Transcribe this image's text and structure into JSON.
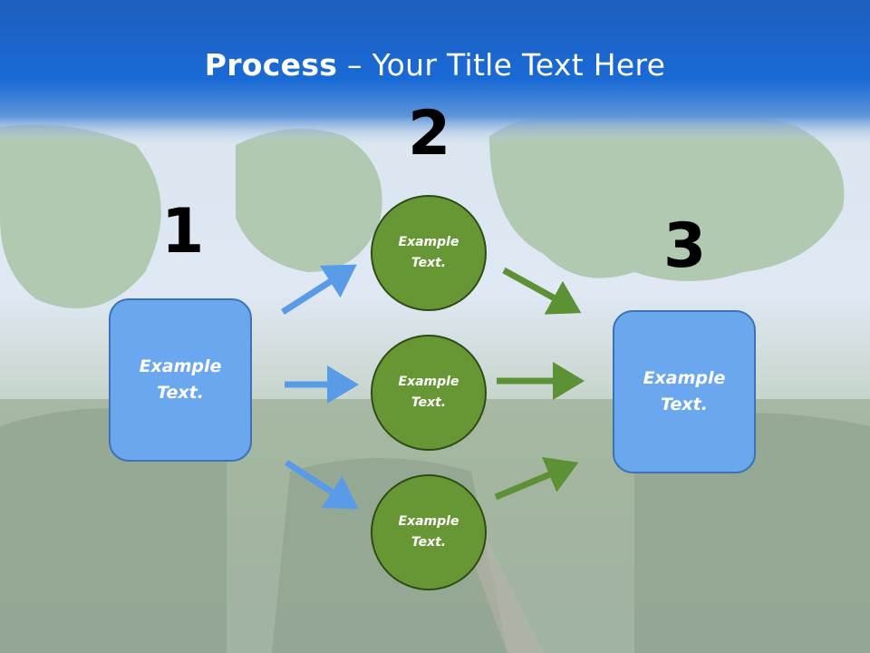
{
  "title": {
    "bold": "Process",
    "rest": " – Your Title Text Here"
  },
  "steps": [
    "1",
    "2",
    "3"
  ],
  "start_box": {
    "text": "Example\nText."
  },
  "middle_circles": [
    {
      "text": "Example\nText."
    },
    {
      "text": "Example\nText."
    },
    {
      "text": "Example\nText."
    }
  ],
  "end_box": {
    "text": "Example\nText."
  },
  "colors": {
    "header_blue": "#1565d0",
    "box_fill": "#6aa7ee",
    "box_border": "#3b73b5",
    "circle_fill": "#679735",
    "circle_border": "#2e4b16",
    "arrow_blue": "#5a9be8",
    "arrow_green": "#5d9136"
  }
}
